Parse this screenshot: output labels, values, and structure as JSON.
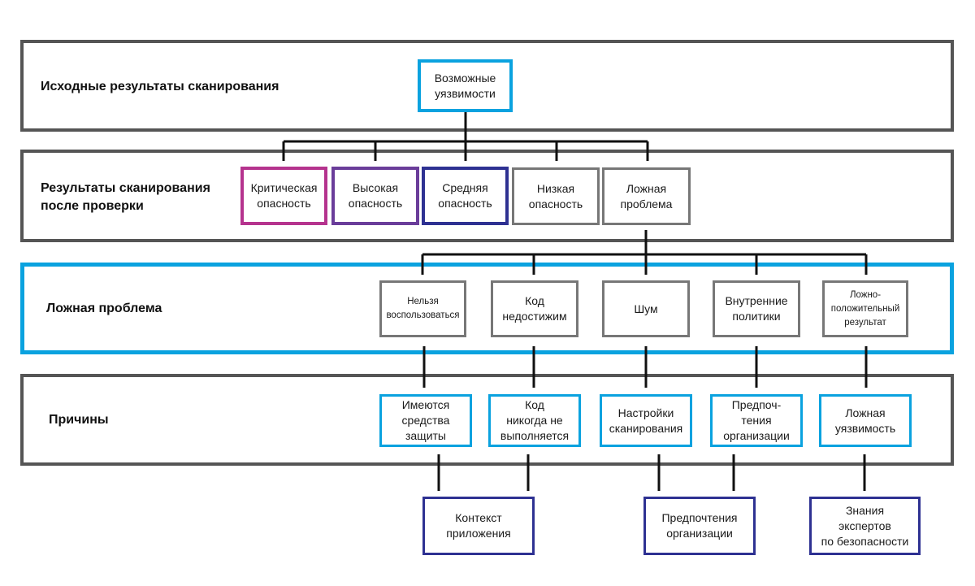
{
  "colors": {
    "band_border": "#555555",
    "highlight_band_border": "#0aa2df",
    "critical": "#b5338e",
    "high": "#6a3d9a",
    "medium": "#2e3192",
    "neutral": "#777777",
    "cyan": "#0aa2df",
    "navy": "#2e3192",
    "connector": "#111111"
  },
  "bands": {
    "initial": {
      "label": "Исходные результаты сканирования"
    },
    "verified": {
      "label": "Результаты сканирования\nпосле проверки"
    },
    "false_problem": {
      "label": "Ложная проблема"
    },
    "causes": {
      "label": "Причины"
    }
  },
  "nodes": {
    "possible": "Возможные\nуязвимости",
    "critical": "Критическая\nопасность",
    "high": "Высокая\nопасность",
    "medium": "Средняя\nопасность",
    "low": "Низкая\nопасность",
    "false_issue": "Ложная\nпроблема",
    "cannot_exploit": "Нельзя\nвоспользоваться",
    "unreachable": "Код\nнедостижим",
    "noise": "Шум",
    "internal_policies": "Внутренние\nполитики",
    "false_positive": "Ложно-\nположительный\nрезультат",
    "protection": "Имеются\nсредства\nзащиты",
    "never_executed": "Код\nникогда не\nвыполняется",
    "scan_settings": "Настройки\nсканирования",
    "org_pref_cause": "Предпоч-\nтения\nорганизации",
    "false_vuln": "Ложная\nуязвимость",
    "app_context": "Контекст\nприложения",
    "org_pref": "Предпочтения\nорганизации",
    "expert_knowledge": "Знания\nэкспертов\nпо безопасности"
  }
}
